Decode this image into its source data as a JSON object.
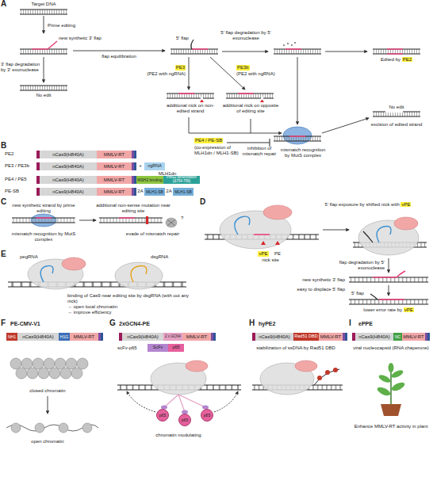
{
  "diagram": {
    "nodes": [
      {
        "text": [
          "nCas9(H840A)"
        ]
      },
      {
        "text": [
          "MMLV-RT"
        ]
      },
      {
        "text": [
          "nCas9(H840A)"
        ]
      },
      {
        "text": [
          "MMLV-RT"
        ]
      },
      {
        "text": [
          "ngRNA"
        ]
      },
      {
        "text": [
          "nCas9(H840A)"
        ]
      },
      {
        "text": [
          "MMLV-RT"
        ]
      },
      {
        "text": [
          "MSH2 binding"
        ]
      },
      {
        "text": [
          "PMS2 dimerization (Δ754-756)"
        ]
      },
      {
        "text": [
          "nCas9(H840A)"
        ]
      },
      {
        "text": [
          "MMLV-RT"
        ]
      },
      {
        "text": [
          "MLH1-SB"
        ]
      },
      {
        "text": [
          "MLH1-SB"
        ]
      },
      {
        "text": [
          "NH1"
        ]
      },
      {
        "text": [
          "nCas9(H840A)"
        ]
      },
      {
        "text": [
          "H1G"
        ]
      },
      {
        "text": [
          "MMLV-RT"
        ]
      },
      {
        "text": [
          "nCas9(H840A)"
        ]
      },
      {
        "text": [
          "2 x GCN4"
        ]
      },
      {
        "text": [
          "MMLV-RT"
        ]
      },
      {
        "text": [
          "ScFv"
        ]
      },
      {
        "text": [
          "p65"
        ]
      },
      {
        "text": [
          "p65"
        ]
      },
      {
        "text": [
          "p65"
        ]
      },
      {
        "text": [
          "p65"
        ]
      },
      {
        "text": [
          "nCas9(H840A)"
        ]
      },
      {
        "text": [
          "Rad51 DBD"
        ]
      },
      {
        "text": [
          "MMLV-RT"
        ]
      },
      {
        "text": [
          "nCas9(H840A)"
        ]
      },
      {
        "text": [
          "NC"
        ]
      },
      {
        "text": [
          "MMLV-RT"
        ]
      }
    ],
    "labels": [
      "A",
      "Target DNA",
      "Prime editing",
      "new synthetic 3' flap",
      "3' flap degradation by 3' exonuclease",
      "No edit",
      "flap equilibration",
      "5' flap",
      "5' flap degradation by 5' exonuclease",
      "Edited by",
      "PE2",
      "PE3",
      "(PE2 with ngRNA)",
      "PE3b",
      "(PE2 with ngRNA)",
      "additional nick on non-edited strand",
      "additional nick on opposite of editing site",
      "PE4 / PE-SB",
      "(co-expression of MLH1dn / MLH1-SB)",
      "inhibition of mismatch repair",
      "mismatch recognition by MutS complex",
      "No edit",
      "excision of edited strand",
      "B",
      "PE2",
      "PE3 / PE3b",
      "+",
      "MLH1dn",
      "PE4 / PE5",
      "PE-SB",
      "2A",
      "2A",
      "C",
      "new synthetic strand by prime editing",
      "mismatch recognition by MutS complex",
      "additional non-sense mutation near editing site",
      "?",
      "evade of mismatch repair",
      "D",
      "5' flap exposure by shifted nick with",
      "vPE",
      "vPE",
      "PE",
      "nick site",
      "flap degradation by 5' exonuclease",
      "new synthetic 3' flap",
      "easy to displace 5' flap",
      "5' flap",
      "lower error rate by",
      "vPE",
      "E",
      "pegRNA",
      "dsgRNA",
      "binding of Cas9 near editing site by dsgRNA (with out any nick)",
      "→ open local chromatin",
      "→ improve efficiency",
      "F",
      "PE-CMV-V1",
      "closed chromatin",
      "open chromatin",
      "G",
      "2xGCN4-PE",
      "scFv-p65",
      "chromatin modulating",
      "H",
      "hyPE2",
      "stabilization of ssDNA by Rad51 DBD",
      "I",
      "ePPE",
      "viral nucleocapsid (RNA chaperone)",
      "Enhance MMLV-RT activity in plant"
    ]
  }
}
